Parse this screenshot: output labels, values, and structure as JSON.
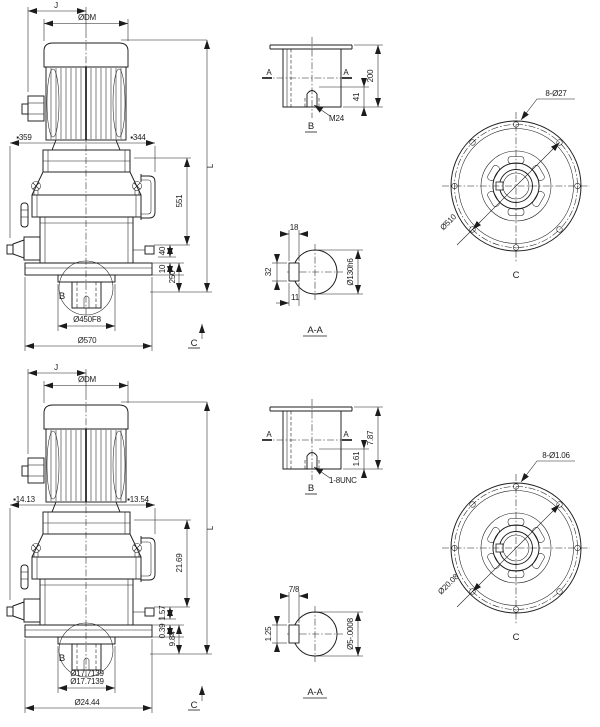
{
  "colors": {
    "ink": "#1c1c1c",
    "paper": "#ffffff"
  },
  "sets": [
    {
      "name": "metric",
      "side": {
        "j": "J",
        "dm": "ØDM",
        "width_left": "▪359",
        "width_right": "▪344",
        "height_upper": "551",
        "dim_a": "40",
        "dim_b": "10",
        "dim_c": "250",
        "overall": "L",
        "spigot": "Ø450F8",
        "base": "Ø570",
        "detail_label": "B",
        "view_arrow_label": "C"
      },
      "b_view": {
        "section_left": "A",
        "section_right": "A",
        "length": "200",
        "tap_depth": "41",
        "thread": "M24",
        "label": "B"
      },
      "aa_view": {
        "key_width": "18",
        "key_height": "32",
        "key_offset": "11",
        "bore": "Ø130h6",
        "label": "A-A"
      },
      "c_view": {
        "holes": "8-Ø27",
        "bolt_circle": "Ø510",
        "label": "C"
      }
    },
    {
      "name": "imperial",
      "side": {
        "j": "J",
        "dm": "ØDM",
        "width_left": "▪14.13",
        "width_right": "▪13.54",
        "height_upper": "21.69",
        "dim_a": "1.57",
        "dim_b": "0.39",
        "dim_c": "9.84",
        "overall": "L",
        "spigot": "Ø17.7139",
        "spigot_2": "Ø17.7139",
        "base": "Ø24.44",
        "detail_label": "B",
        "view_arrow_label": "C"
      },
      "b_view": {
        "section_left": "A",
        "section_right": "A",
        "length": "7.87",
        "tap_depth": "1.61",
        "thread": "1-8UNC",
        "label": "B"
      },
      "aa_view": {
        "key_width": "7/8",
        "key_height": "1.25",
        "bore": "Ø5-.0008",
        "label": "A-A"
      },
      "c_view": {
        "holes": "8-Ø1.06",
        "bolt_circle": "Ø20.08",
        "label": "C"
      }
    }
  ]
}
